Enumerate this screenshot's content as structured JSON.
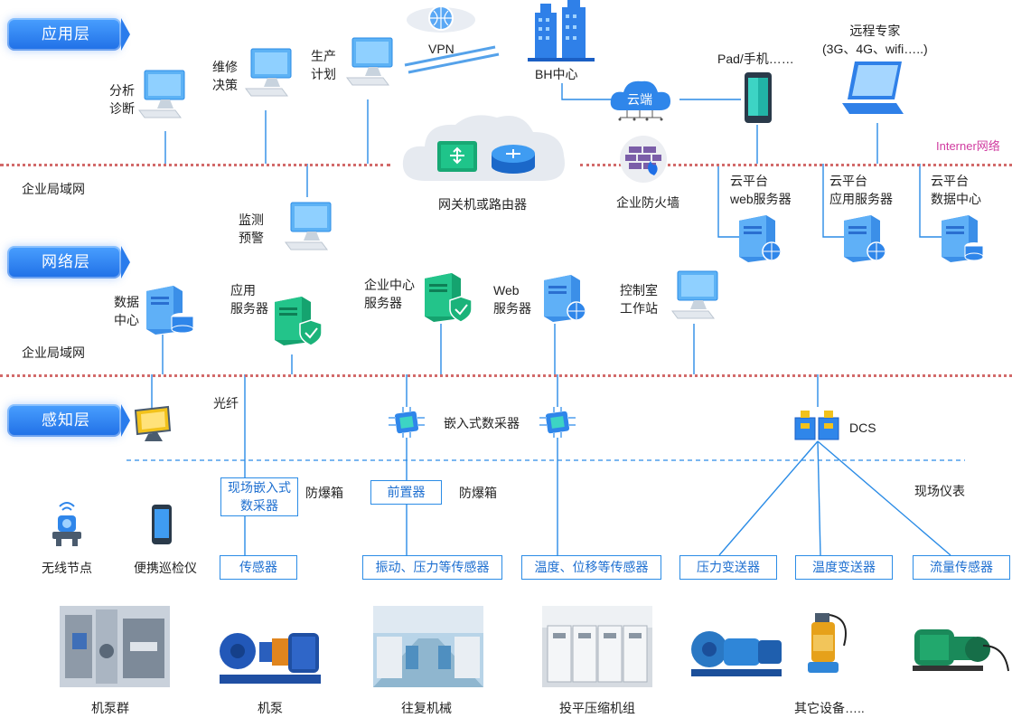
{
  "layers": {
    "application": "应用层",
    "network": "网络层",
    "perception": "感知层"
  },
  "app_layer": {
    "terminal_analysis": [
      "分析",
      "诊断"
    ],
    "terminal_maintenance": [
      "维修",
      "决策"
    ],
    "terminal_production": [
      "生产",
      "计划"
    ],
    "vpn": "VPN",
    "bh_center": "BH中心",
    "cloud": "云端",
    "pad": "Pad/手机……",
    "remote_expert": [
      "远程专家",
      "(3G、4G、wifi…..)"
    ],
    "internet": "Interner网络",
    "lan": "企业局域网",
    "gateway": "网关机或路由器",
    "firewall": "企业防火墙",
    "cloud_web": [
      "云平台",
      "web服务器"
    ],
    "cloud_app": [
      "云平台",
      "应用服务器"
    ],
    "cloud_data": [
      "云平台",
      "数据中心"
    ],
    "monitor": [
      "监测",
      "预警"
    ]
  },
  "network_layer": {
    "data_center": [
      "数据",
      "中心"
    ],
    "app_server": [
      "应用",
      "服务器"
    ],
    "enterprise_server": [
      "企业中心",
      "服务器"
    ],
    "web_server": [
      "Web",
      "服务器"
    ],
    "control_station": [
      "控制室",
      "工作站"
    ],
    "lan": "企业局域网"
  },
  "perception_layer": {
    "fiber": "光纤",
    "embedded_collector": "嵌入式数采器",
    "dcs": "DCS",
    "field_collector": [
      "现场嵌入式",
      "数采器"
    ],
    "explosion_box_1": "防爆箱",
    "preprocessor": "前置器",
    "explosion_box_2": "防爆箱",
    "field_instruments": "现场仪表",
    "wireless_node": "无线节点",
    "portable_inspector": "便携巡检仪",
    "sensor": "传感器",
    "vibration_sensors": "振动、压力等传感器",
    "temperature_sensors": "温度、位移等传感器",
    "pressure_transmitter": "压力变送器",
    "temperature_transmitter": "温度变送器",
    "flow_sensor": "流量传感器"
  },
  "equipment": [
    "机泵群",
    "机泵",
    "往复机械",
    "投平压缩机组",
    "其它设备….."
  ],
  "colors": {
    "accent_blue": "#2b8ce6",
    "layer_blue": "#1f6fe6",
    "dotted_red": "#d26a6a",
    "green_device": "#1bb37a",
    "internet_pink": "#d03ca0"
  }
}
